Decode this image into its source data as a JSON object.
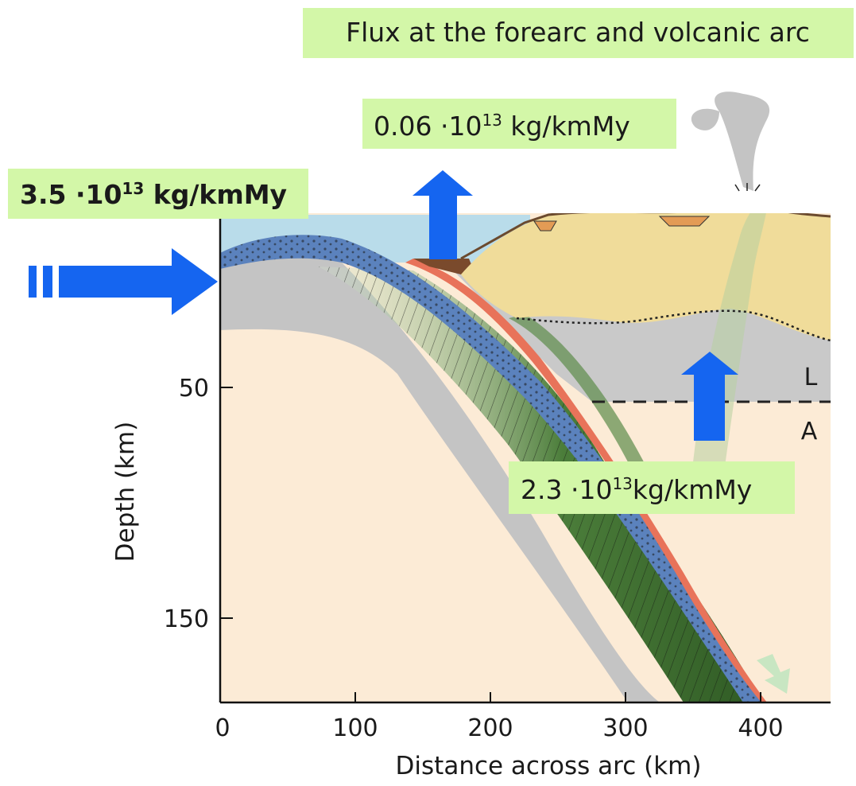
{
  "header": {
    "title": "Flux at the forearc and volcanic arc"
  },
  "fluxes": {
    "input": {
      "coef": "3.5 ·10",
      "exp": "13",
      "unit": " kg/kmMy"
    },
    "forearc": {
      "coef": "0.06 ·10",
      "exp": "13",
      "unit": " kg/kmMy"
    },
    "arc": {
      "coef": "2.3 ·10",
      "exp": "13",
      "unit": "kg/kmMy"
    }
  },
  "axes": {
    "x_title": "Distance across arc (km)",
    "y_title": "Depth (km)",
    "x_ticks": [
      "0",
      "100",
      "200",
      "300",
      "400"
    ],
    "y_ticks": [
      "50",
      "150"
    ]
  },
  "layers": {
    "lithosphere": "L",
    "asthenosphere": "A"
  },
  "colors": {
    "label_bg": "#d3f7a8",
    "flux_arrow": "#1565f0",
    "ocean": "#b9dcea",
    "mantle": "#fcebd6",
    "slab_grey": "#c4c4c4",
    "crust_blue": "#5b82bd",
    "sediment_red": "#e8735a",
    "hydrated_green": "#3c6e2e",
    "arc_crust": "#f0dc9a"
  }
}
